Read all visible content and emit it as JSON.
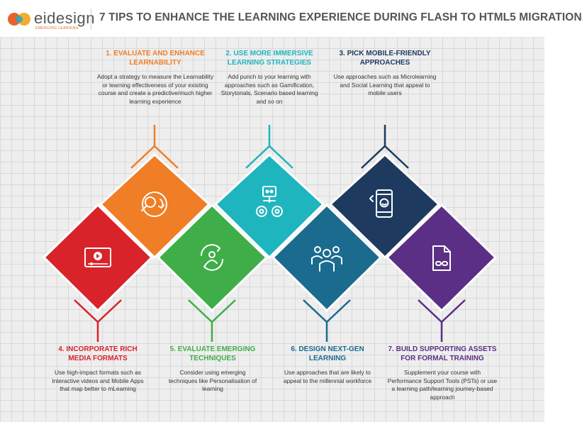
{
  "header": {
    "logo_text": "eidesign",
    "logo_tagline": "EMERGING LEARNING",
    "title": "7 TIPS TO ENHANCE THE LEARNING EXPERIENCE DURING FLASH TO HTML5 MIGRATION"
  },
  "colors": {
    "tip1": "#f07e26",
    "tip2": "#1fb5bf",
    "tip3": "#1e3a5f",
    "tip4": "#d8232a",
    "tip5": "#3fae49",
    "tip6": "#1b6b8f",
    "tip7": "#5b2f86"
  },
  "tips": [
    {
      "title": "1. EVALUATE AND ENHANCE LEARNABILITY",
      "desc": "Adopt a strategy to measure the Learnability or learning effectiveness of your existing course and create a predictive/much higher learning experience",
      "icon": "magnifier-cycle-icon"
    },
    {
      "title": "2. USE MORE IMMERSIVE LEARNING STRATEGIES",
      "desc": "Add punch to your learning with approaches such as Gamification, Storytorials, Scenario based learning and so on",
      "icon": "robot-gears-icon"
    },
    {
      "title": "3. PICK MOBILE-FRIENDLY APPROACHES",
      "desc": "Use approaches such as Microlearning and Social Learning that appeal to mobile users",
      "icon": "smartphone-icon"
    },
    {
      "title": "4. INCORPORATE RICH MEDIA FORMATS",
      "desc": "Use high-impact formats such as Interactive videos and Mobile Apps that map better to mLearning",
      "icon": "video-player-icon"
    },
    {
      "title": "5. EVALUATE EMERGING TECHNIQUES",
      "desc": "Consider using emerging techniques like Personalisation of learning",
      "icon": "person-cycle-icon"
    },
    {
      "title": "6. DESIGN NEXT-GEN LEARNING",
      "desc": "Use approaches that are likely to appeal to the millennial workforce",
      "icon": "group-people-icon"
    },
    {
      "title": "7. BUILD SUPPORTING ASSETS FOR FORMAL TRAINING",
      "desc": "Supplement your course with Performance Support Tools (PSTs) or use a learning path/learning journey-based approach",
      "icon": "document-link-icon"
    }
  ]
}
